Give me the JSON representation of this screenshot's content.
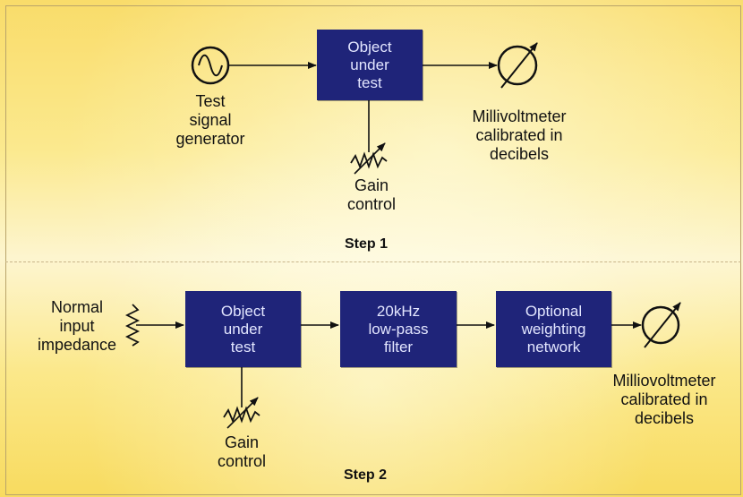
{
  "step1": {
    "generator_label": [
      "Test",
      "signal",
      "generator"
    ],
    "object_box": [
      "Object",
      "under",
      "test"
    ],
    "gain_label": [
      "Gain",
      "control"
    ],
    "meter_label": [
      "Millivoltmeter",
      "calibrated in",
      "decibels"
    ],
    "title": "Step 1"
  },
  "step2": {
    "input_label": [
      "Normal",
      "input",
      "impedance"
    ],
    "object_box": [
      "Object",
      "under",
      "test"
    ],
    "filter_box": [
      "20kHz",
      "low-pass",
      "filter"
    ],
    "weighting_box": [
      "Optional",
      "weighting",
      "network"
    ],
    "gain_label": [
      "Gain",
      "control"
    ],
    "meter_label": [
      "Milliovoltmeter",
      "calibrated in",
      "decibels"
    ],
    "title": "Step 2"
  },
  "colors": {
    "box_fill": "#1f2479",
    "box_text": "#e3e6ff",
    "background": "#fbe98e"
  },
  "icons": [
    "sine-source-icon",
    "meter-icon",
    "variable-resistor-icon",
    "impedance-zigzag-icon",
    "arrow-icon"
  ]
}
